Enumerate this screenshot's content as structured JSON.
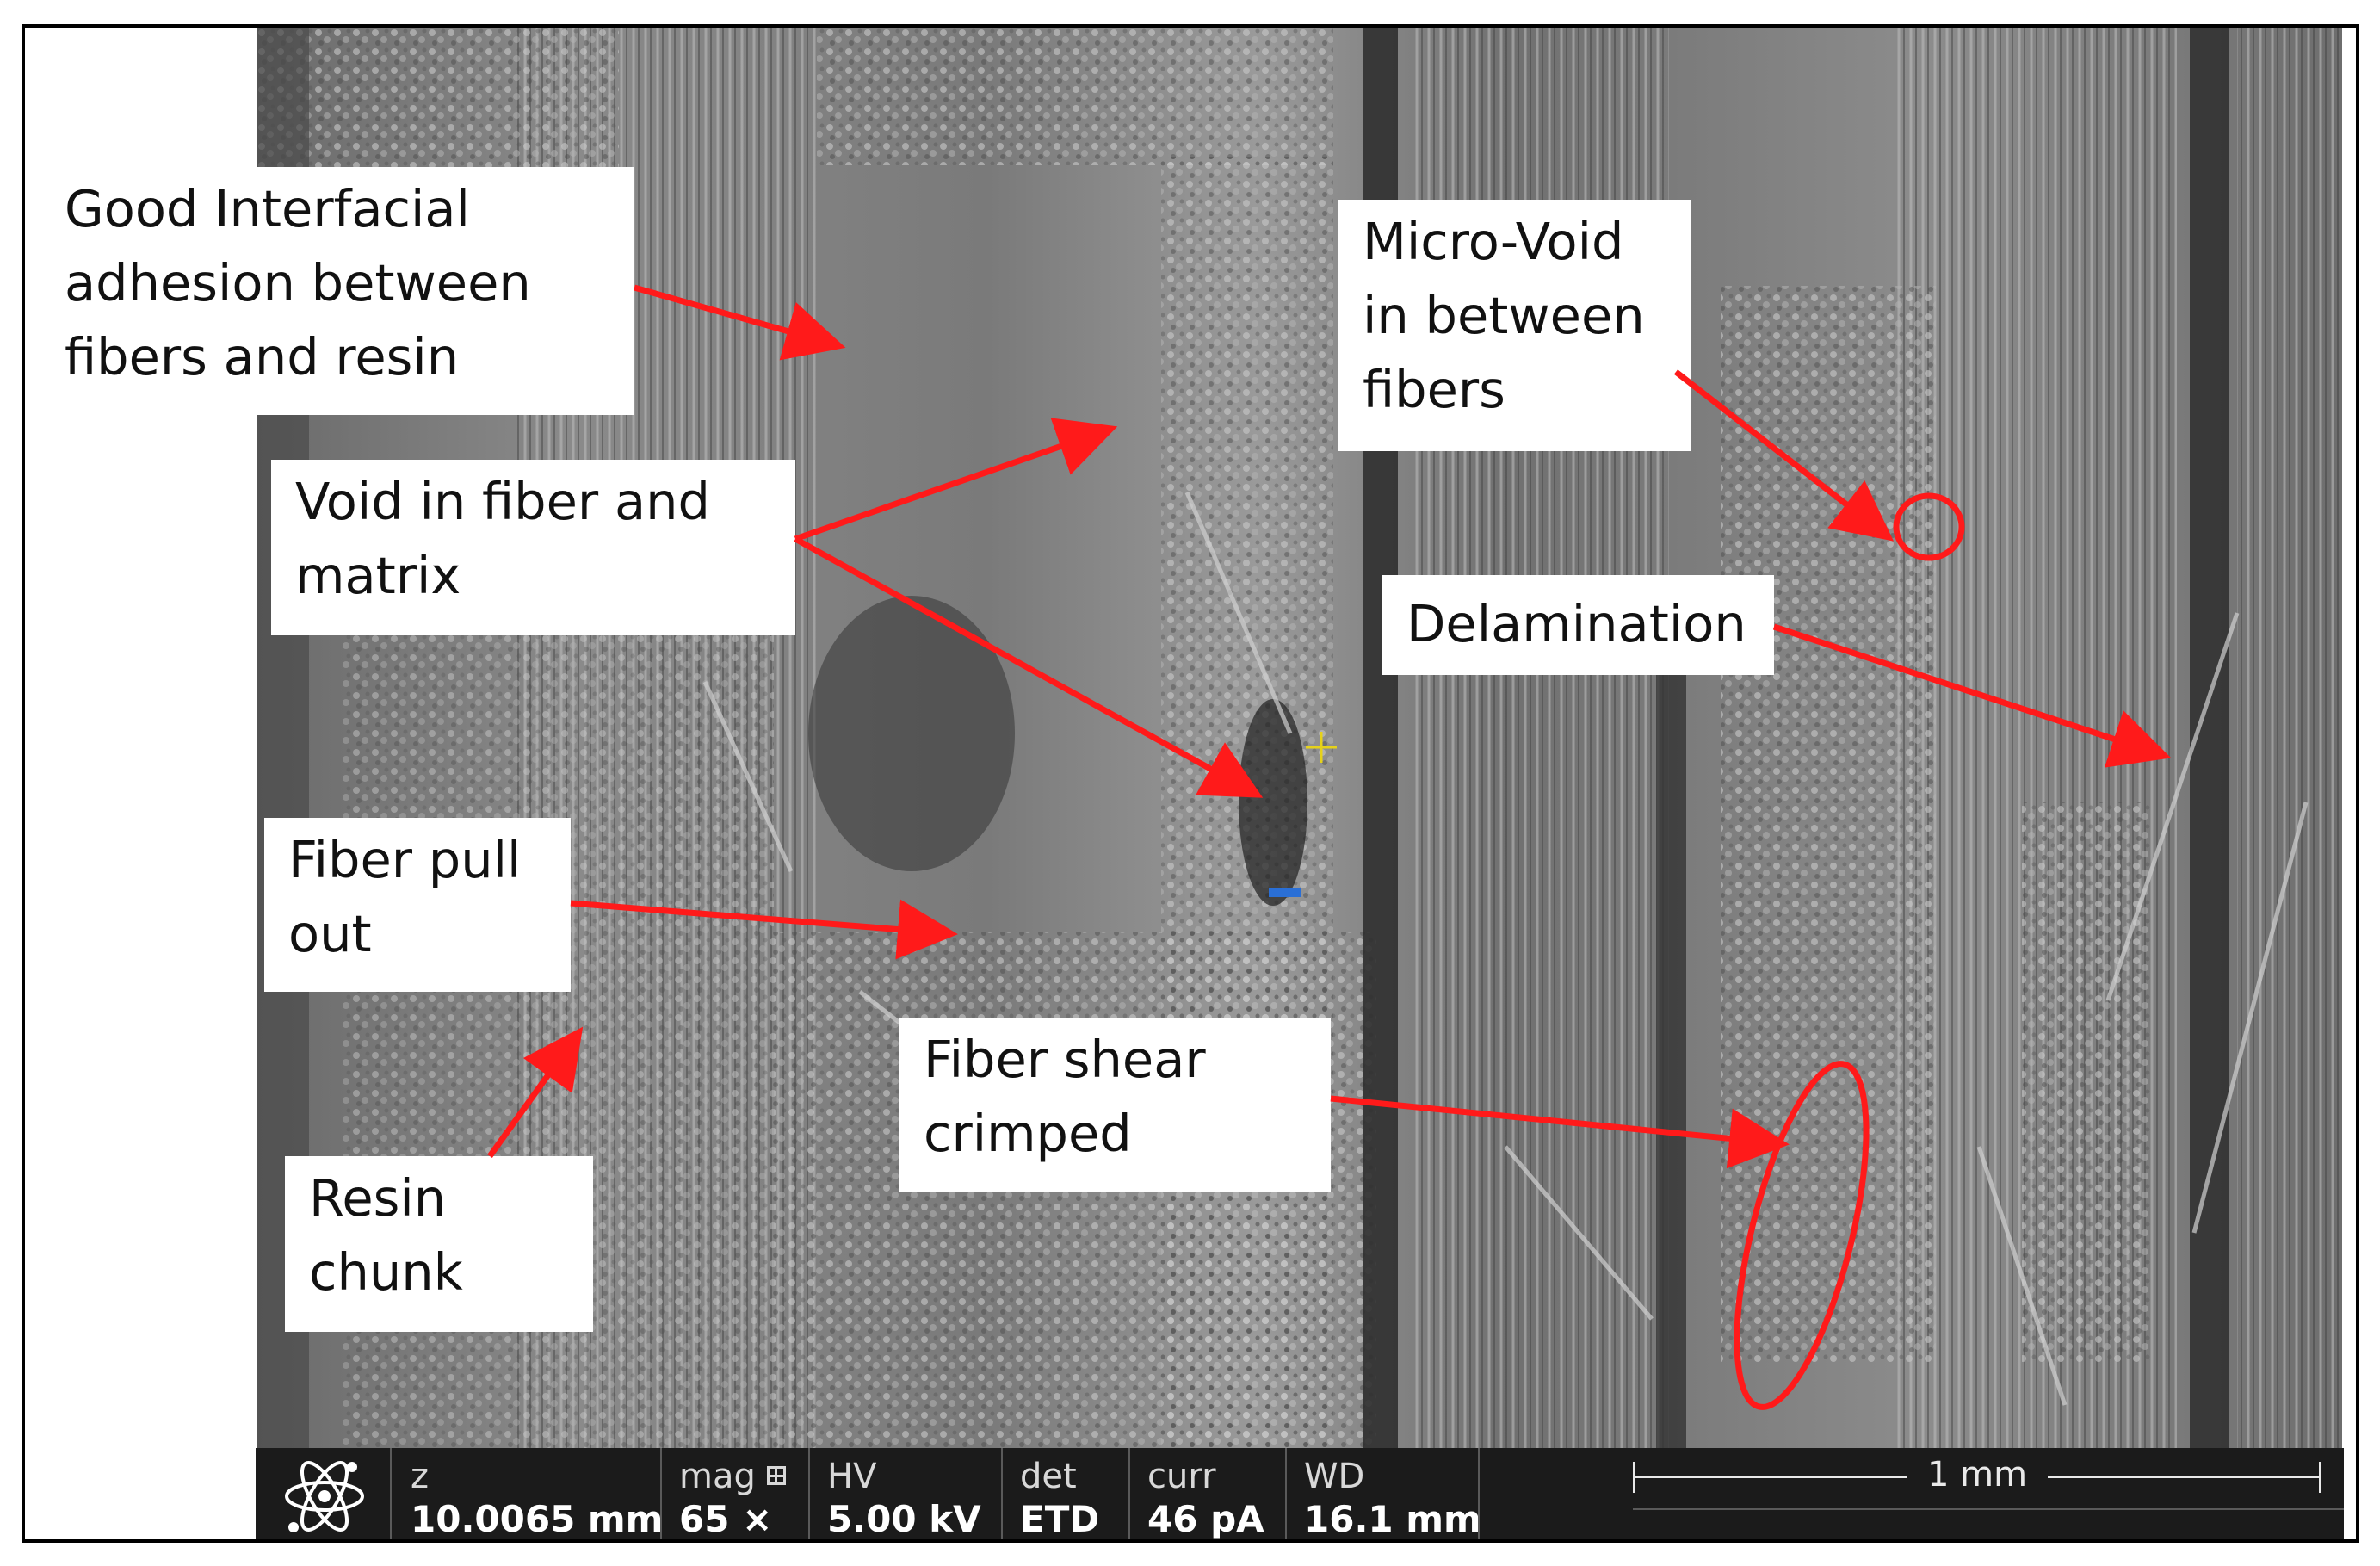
{
  "annotations": {
    "good_adhesion": [
      "Good Interfacial",
      "adhesion between",
      "fibers and resin"
    ],
    "void": [
      "Void in fiber and",
      "matrix"
    ],
    "micro_void": [
      "Micro-Void",
      "in between",
      "fibers"
    ],
    "delamination": [
      "Delamination"
    ],
    "fiber_pull_out": [
      "Fiber pull",
      "out"
    ],
    "resin_chunk": [
      "Resin",
      "chunk"
    ],
    "fiber_shear": [
      "Fiber shear",
      "crimped"
    ]
  },
  "databar": {
    "z": {
      "label": "z",
      "value": "10.0065 mm"
    },
    "mag": {
      "label": "mag",
      "value": "65 ×"
    },
    "hv": {
      "label": "HV",
      "value": "5.00 kV"
    },
    "det": {
      "label": "det",
      "value": "ETD"
    },
    "curr": {
      "label": "curr",
      "value": "46 pA"
    },
    "wd": {
      "label": "WD",
      "value": "16.1 mm"
    },
    "scale": "1 mm"
  },
  "icons": {
    "logo": "atom-icon",
    "mag_icon": "grid-square-icon"
  },
  "colors": {
    "arrow": "#ff1a1a",
    "databar_bg": "#1b1b1b",
    "marker_blue": "#2a6fd6",
    "marker_yellow": "#e6d21a"
  }
}
